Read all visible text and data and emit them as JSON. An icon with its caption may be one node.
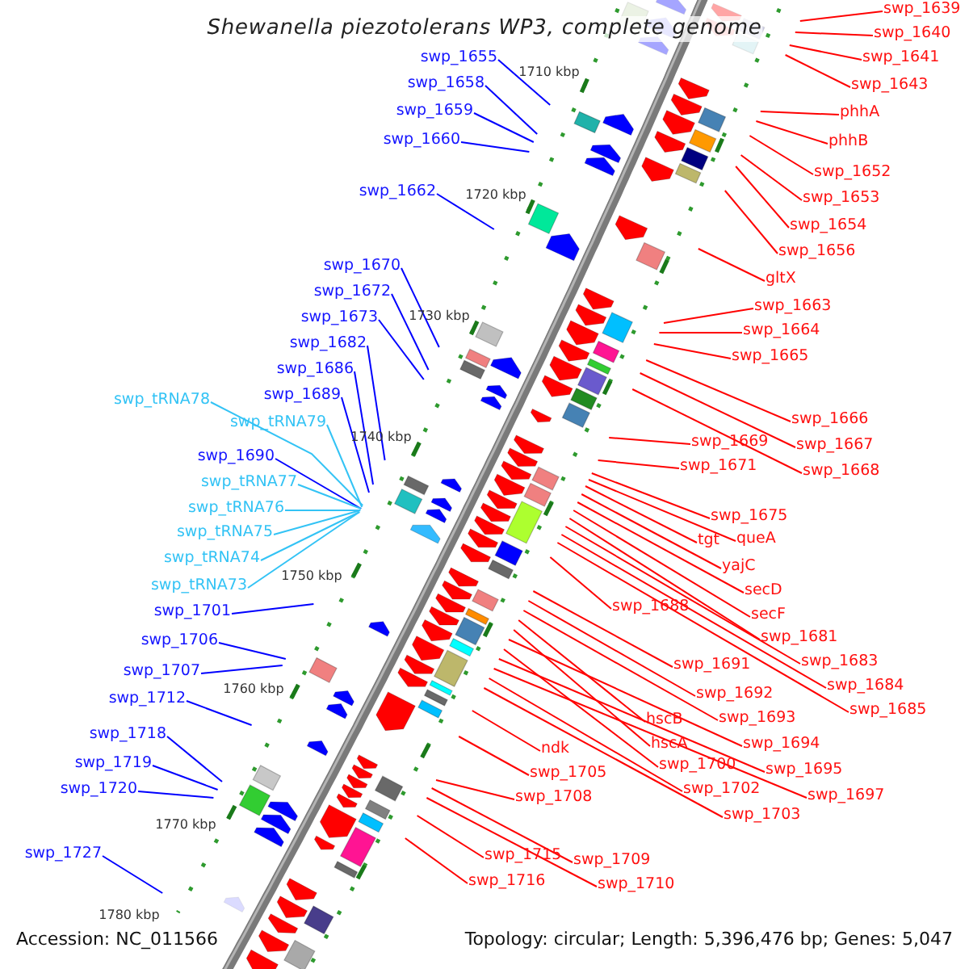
{
  "diagram": {
    "title": "Shewanella piezotolerans WP3, complete genome",
    "nodes": [
      {
        "text": [
          "swp_1655"
        ]
      },
      {
        "text": [
          "swp_1658"
        ]
      },
      {
        "text": [
          "swp_1659"
        ]
      },
      {
        "text": [
          "swp_1660"
        ]
      },
      {
        "text": [
          "swp_1662"
        ]
      },
      {
        "text": [
          "swp_1670"
        ]
      },
      {
        "text": [
          "swp_1672"
        ]
      },
      {
        "text": [
          "swp_1673"
        ]
      },
      {
        "text": [
          "swp_1682"
        ]
      },
      {
        "text": [
          "swp_1686"
        ]
      },
      {
        "text": [
          "swp_1689"
        ]
      },
      {
        "text": [
          "swp_tRNA78"
        ]
      },
      {
        "text": [
          "swp_tRNA79"
        ]
      },
      {
        "text": [
          "swp_1690"
        ]
      },
      {
        "text": [
          "swp_tRNA77"
        ]
      },
      {
        "text": [
          "swp_tRNA76"
        ]
      },
      {
        "text": [
          "swp_tRNA75"
        ]
      },
      {
        "text": [
          "swp_tRNA74"
        ]
      },
      {
        "text": [
          "swp_tRNA73"
        ]
      },
      {
        "text": [
          "swp_1701"
        ]
      },
      {
        "text": [
          "swp_1706"
        ]
      },
      {
        "text": [
          "swp_1707"
        ]
      },
      {
        "text": [
          "swp_1712"
        ]
      },
      {
        "text": [
          "swp_1718"
        ]
      },
      {
        "text": [
          "swp_1719"
        ]
      },
      {
        "text": [
          "swp_1720"
        ]
      },
      {
        "text": [
          "swp_1727"
        ]
      },
      {
        "text": [
          "swp_1639"
        ]
      },
      {
        "text": [
          "swp_1640"
        ]
      },
      {
        "text": [
          "swp_1641"
        ]
      },
      {
        "text": [
          "swp_1643"
        ]
      },
      {
        "text": [
          "phhA"
        ]
      },
      {
        "text": [
          "phhB"
        ]
      },
      {
        "text": [
          "swp_1652"
        ]
      },
      {
        "text": [
          "swp_1653"
        ]
      },
      {
        "text": [
          "swp_1654"
        ]
      },
      {
        "text": [
          "swp_1656"
        ]
      },
      {
        "text": [
          "gltX"
        ]
      },
      {
        "text": [
          "swp_1663"
        ]
      },
      {
        "text": [
          "swp_1664"
        ]
      },
      {
        "text": [
          "swp_1665"
        ]
      },
      {
        "text": [
          "swp_1666"
        ]
      },
      {
        "text": [
          "swp_1667"
        ]
      },
      {
        "text": [
          "swp_1668"
        ]
      },
      {
        "text": [
          "swp_1669"
        ]
      },
      {
        "text": [
          "swp_1671"
        ]
      },
      {
        "text": [
          "swp_1675"
        ]
      },
      {
        "text": [
          "queA"
        ]
      },
      {
        "text": [
          "tgt"
        ]
      },
      {
        "text": [
          "yajC"
        ]
      },
      {
        "text": [
          "secD"
        ]
      },
      {
        "text": [
          "secF"
        ]
      },
      {
        "text": [
          "swp_1688"
        ]
      },
      {
        "text": [
          "swp_1681"
        ]
      },
      {
        "text": [
          "swp_1683"
        ]
      },
      {
        "text": [
          "swp_1684"
        ]
      },
      {
        "text": [
          "swp_1685"
        ]
      },
      {
        "text": [
          "swp_1691"
        ]
      },
      {
        "text": [
          "swp_1692"
        ]
      },
      {
        "text": [
          "swp_1693"
        ]
      },
      {
        "text": [
          "hscB"
        ]
      },
      {
        "text": [
          "hscA"
        ]
      },
      {
        "text": [
          "swp_1694"
        ]
      },
      {
        "text": [
          "swp_1700"
        ]
      },
      {
        "text": [
          "swp_1695"
        ]
      },
      {
        "text": [
          "swp_1697"
        ]
      },
      {
        "text": [
          "swp_1702"
        ]
      },
      {
        "text": [
          "swp_1703"
        ]
      },
      {
        "text": [
          "ndk"
        ]
      },
      {
        "text": [
          "swp_1705"
        ]
      },
      {
        "text": [
          "swp_1708"
        ]
      },
      {
        "text": [
          "swp_1715"
        ]
      },
      {
        "text": [
          "swp_1709"
        ]
      },
      {
        "text": [
          "swp_1716"
        ]
      },
      {
        "text": [
          "swp_1710"
        ]
      }
    ],
    "edges": [
      {
        "from": 0,
        "to": null,
        "arrow": "none",
        "color": "#0000ff"
      },
      {
        "from": 1,
        "to": null,
        "arrow": "none",
        "color": "#0000ff"
      },
      {
        "from": 2,
        "to": null,
        "arrow": "none",
        "color": "#0000ff"
      },
      {
        "from": 3,
        "to": null,
        "arrow": "none",
        "color": "#0000ff"
      },
      {
        "from": 4,
        "to": null,
        "arrow": "none",
        "color": "#0000ff"
      },
      {
        "from": 5,
        "to": null,
        "arrow": "none",
        "color": "#0000ff"
      },
      {
        "from": 6,
        "to": null,
        "arrow": "none",
        "color": "#0000ff"
      },
      {
        "from": 7,
        "to": null,
        "arrow": "none",
        "color": "#0000ff"
      },
      {
        "from": 8,
        "to": null,
        "arrow": "none",
        "color": "#0000ff"
      },
      {
        "from": 9,
        "to": null,
        "arrow": "none",
        "color": "#0000ff"
      },
      {
        "from": 10,
        "to": null,
        "arrow": "none",
        "color": "#0000ff"
      },
      {
        "from": 11,
        "to": null,
        "arrow": "none",
        "color": "#33c3f5"
      },
      {
        "from": 12,
        "to": null,
        "arrow": "none",
        "color": "#33c3f5"
      },
      {
        "from": 13,
        "to": null,
        "arrow": "none",
        "color": "#0000ff"
      },
      {
        "from": 14,
        "to": null,
        "arrow": "none",
        "color": "#33c3f5"
      },
      {
        "from": 15,
        "to": null,
        "arrow": "none",
        "color": "#33c3f5"
      },
      {
        "from": 16,
        "to": null,
        "arrow": "none",
        "color": "#33c3f5"
      },
      {
        "from": 17,
        "to": null,
        "arrow": "none",
        "color": "#33c3f5"
      },
      {
        "from": 18,
        "to": null,
        "arrow": "none",
        "color": "#33c3f5"
      },
      {
        "from": 19,
        "to": null,
        "arrow": "none",
        "color": "#0000ff"
      },
      {
        "from": 20,
        "to": null,
        "arrow": "none",
        "color": "#0000ff"
      },
      {
        "from": 21,
        "to": null,
        "arrow": "none",
        "color": "#0000ff"
      },
      {
        "from": 22,
        "to": null,
        "arrow": "none",
        "color": "#0000ff"
      },
      {
        "from": 23,
        "to": null,
        "arrow": "none",
        "color": "#0000ff"
      },
      {
        "from": 24,
        "to": null,
        "arrow": "none",
        "color": "#0000ff"
      },
      {
        "from": 25,
        "to": null,
        "arrow": "none",
        "color": "#0000ff"
      },
      {
        "from": 26,
        "to": null,
        "arrow": "none",
        "color": "#0000ff"
      },
      {
        "from": 27,
        "to": null,
        "arrow": "none"
      },
      {
        "from": 28,
        "to": null,
        "arrow": "none"
      },
      {
        "from": 29,
        "to": null,
        "arrow": "none"
      },
      {
        "from": 30,
        "to": null,
        "arrow": "none"
      },
      {
        "from": 31,
        "to": null,
        "arrow": "none"
      },
      {
        "from": 32,
        "to": null,
        "arrow": "none"
      },
      {
        "from": 33,
        "to": null,
        "arrow": "none"
      },
      {
        "from": 34,
        "to": null,
        "arrow": "none"
      },
      {
        "from": 35,
        "to": null,
        "arrow": "none"
      },
      {
        "from": 36,
        "to": null,
        "arrow": "none"
      },
      {
        "from": 37,
        "to": null,
        "arrow": "none"
      },
      {
        "from": 38,
        "to": null,
        "arrow": "none"
      },
      {
        "from": 39,
        "to": null,
        "arrow": "none"
      },
      {
        "from": 40,
        "to": null,
        "arrow": "none"
      },
      {
        "from": 41,
        "to": null,
        "arrow": "none"
      },
      {
        "from": 42,
        "to": null,
        "arrow": "none"
      },
      {
        "from": 43,
        "to": null,
        "arrow": "none"
      },
      {
        "from": 44,
        "to": null,
        "arrow": "none"
      },
      {
        "from": 45,
        "to": null,
        "arrow": "none"
      },
      {
        "from": 46,
        "to": null,
        "arrow": "none"
      },
      {
        "from": 47,
        "to": null,
        "arrow": "none"
      },
      {
        "from": 48,
        "to": null,
        "arrow": "none"
      },
      {
        "from": 49,
        "to": null,
        "arrow": "none"
      },
      {
        "from": 50,
        "to": null,
        "arrow": "none"
      },
      {
        "from": 51,
        "to": null,
        "arrow": "none"
      },
      {
        "from": 52,
        "to": null,
        "arrow": "none"
      },
      {
        "from": 53,
        "to": null,
        "arrow": "none"
      },
      {
        "from": 54,
        "to": null,
        "arrow": "none"
      },
      {
        "from": 55,
        "to": null,
        "arrow": "none"
      },
      {
        "from": 56,
        "to": null,
        "arrow": "none"
      },
      {
        "from": 57,
        "to": null,
        "arrow": "none"
      },
      {
        "from": 58,
        "to": null,
        "arrow": "none"
      },
      {
        "from": 59,
        "to": null,
        "arrow": "none"
      },
      {
        "from": 60,
        "to": null,
        "arrow": "none"
      },
      {
        "from": 61,
        "to": null,
        "arrow": "none"
      },
      {
        "from": 62,
        "to": null,
        "arrow": "none"
      },
      {
        "from": 63,
        "to": null,
        "arrow": "none"
      },
      {
        "from": 64,
        "to": null,
        "arrow": "none"
      },
      {
        "from": 65,
        "to": null,
        "arrow": "none"
      },
      {
        "from": 66,
        "to": null,
        "arrow": "none"
      },
      {
        "from": 67,
        "to": null,
        "arrow": "none"
      },
      {
        "from": 68,
        "to": null,
        "arrow": "none"
      },
      {
        "from": 69,
        "to": null,
        "arrow": "none"
      },
      {
        "from": 70,
        "to": null,
        "arrow": "none"
      },
      {
        "from": 71,
        "to": null,
        "arrow": "none"
      },
      {
        "from": 72,
        "to": null,
        "arrow": "none"
      },
      {
        "from": 73,
        "to": null,
        "arrow": "none"
      },
      {
        "from": 74,
        "to": null,
        "arrow": "none"
      }
    ],
    "labels": [
      "1710 kbp",
      "1720 kbp",
      "1730 kbp",
      "1740 kbp",
      "1750 kbp",
      "1760 kbp",
      "1770 kbp",
      "1780 kbp",
      "Accession: NC_011566",
      "Topology: circular; Length: 5,396,476 bp; Genes: 5,047"
    ]
  }
}
